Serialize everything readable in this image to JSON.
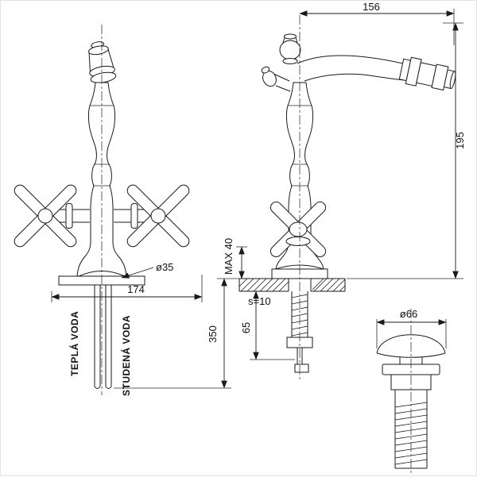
{
  "drawing": {
    "dimensions": {
      "spout_reach": "156",
      "spout_height": "195",
      "body_diameter": "ø35",
      "overall_width": "174",
      "max_deck_thickness": "MAX 40",
      "deck_thickness": "s=10",
      "shank_length": "65",
      "hose_length": "350",
      "waste_cap_diameter": "ø66"
    },
    "labels": {
      "hot_water": "TEPLÁ VODA",
      "cold_water": "STUDENÁ VODA"
    },
    "colors": {
      "line": "#1a1a1a",
      "background": "#ffffff"
    }
  }
}
